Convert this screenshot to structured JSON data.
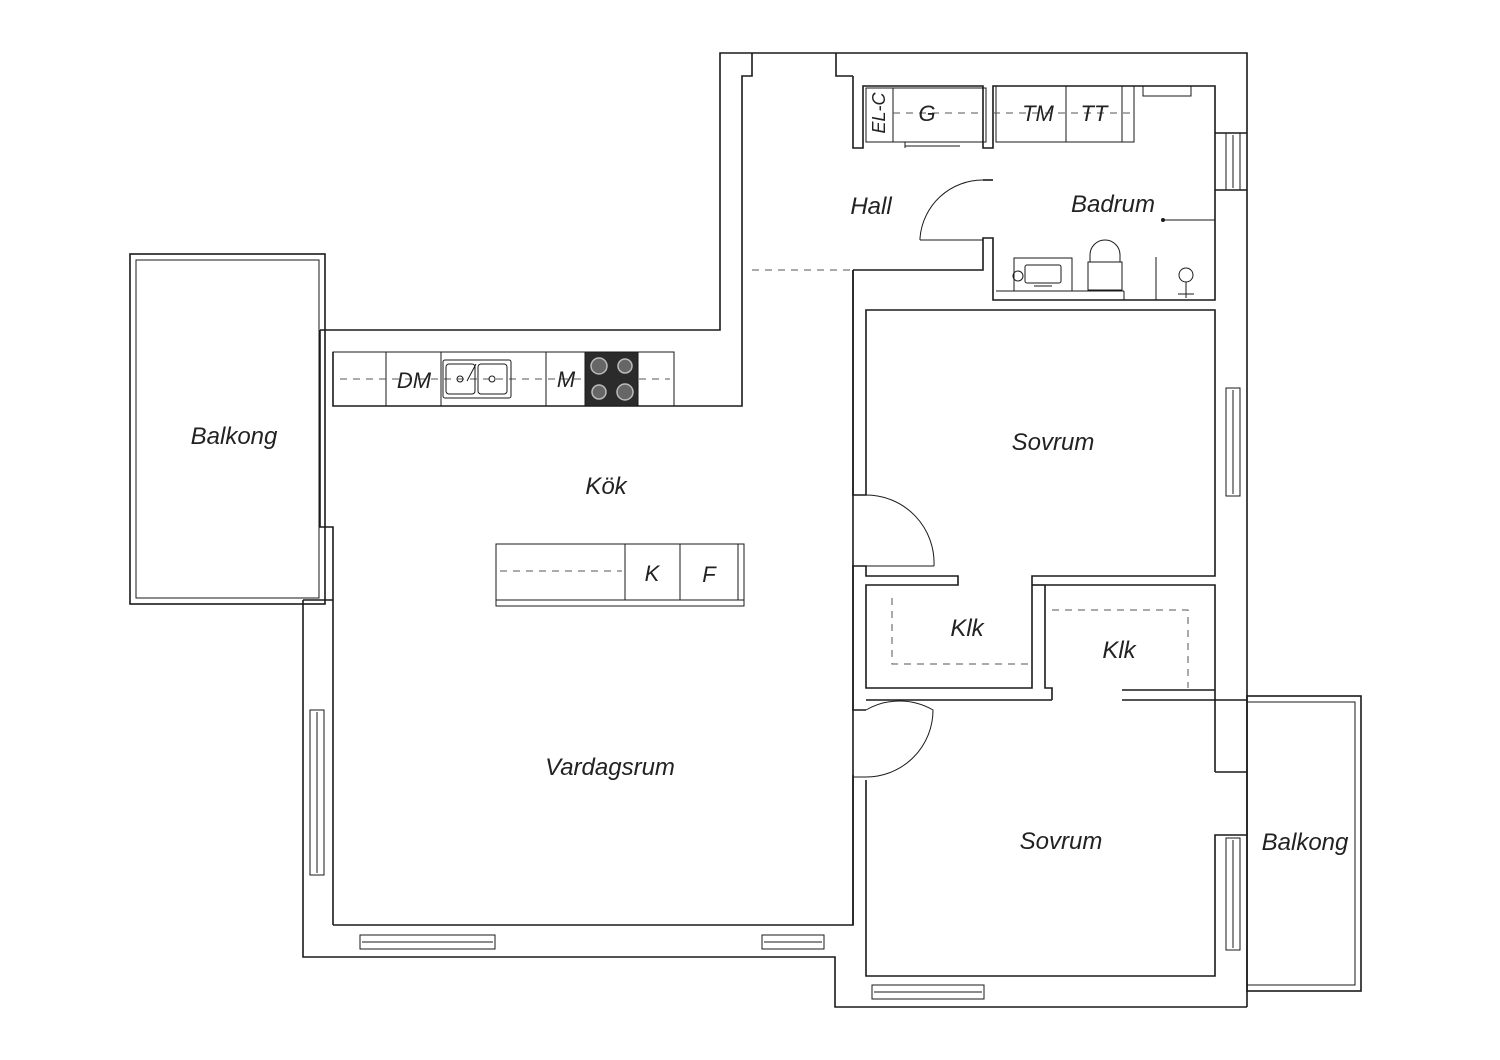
{
  "rooms": {
    "balkong_left": "Balkong",
    "kok": "Kök",
    "vardagsrum": "Vardagsrum",
    "hall": "Hall",
    "badrum": "Badrum",
    "sovrum_upper": "Sovrum",
    "sovrum_lower": "Sovrum",
    "klk_left": "Klk",
    "klk_right": "Klk",
    "balkong_right": "Balkong"
  },
  "appliances": {
    "dishwasher": "DM",
    "microwave": "M",
    "fridge": "K",
    "freezer": "F",
    "electric_cabinet": "EL-C",
    "wardrobe": "G",
    "washing_machine": "TM",
    "tumble_dryer": "TT"
  }
}
